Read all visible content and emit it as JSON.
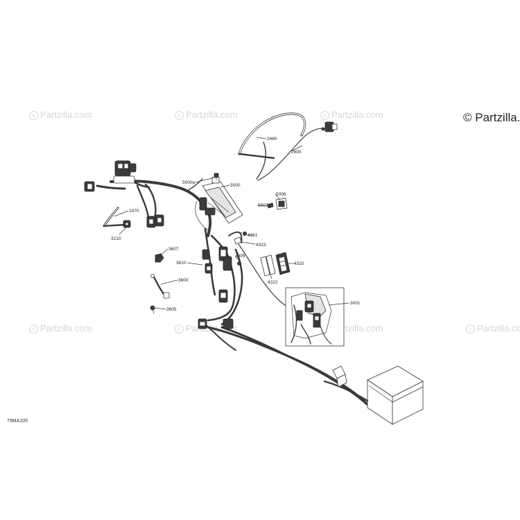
{
  "watermark_text": "Partzilla.com",
  "brand": "© Partzilla.",
  "diagram_code": "79MA105",
  "callouts": {
    "c2480": "2480",
    "c2600": "2600",
    "c5000a": "5000a",
    "c5000": "5000",
    "c5006": "5006",
    "c5007": "5007",
    "c2470": "2470",
    "c3210": "3210",
    "c4321": "4321",
    "c4323": "4323",
    "c3607": "3607",
    "c3610": "3610",
    "c3005": "3005",
    "c4320": "4320",
    "c4322": "4322",
    "c3600": "3600",
    "c3001": "3001",
    "c3605": "3605"
  }
}
